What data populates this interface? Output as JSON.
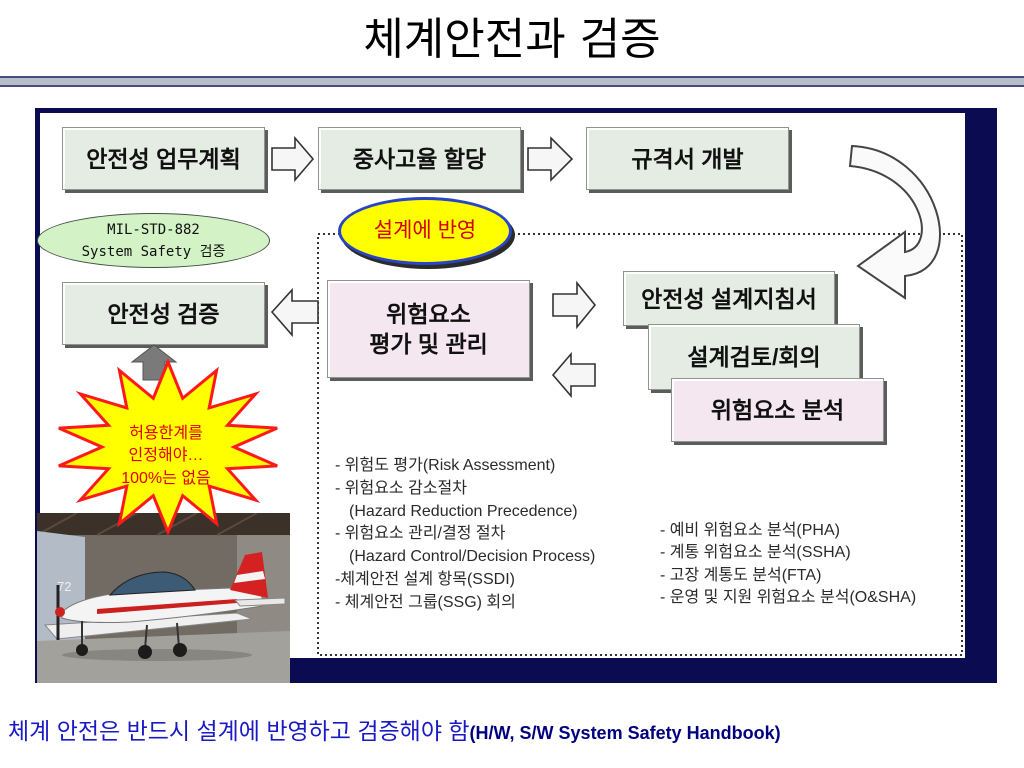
{
  "slide": {
    "title": "체계안전과 검증",
    "caption_main": "체계 안전은 반드시 설계에 반영하고 검증해야 함",
    "caption_source": "(H/W, S/W System Safety Handbook)"
  },
  "flow": {
    "top_row": [
      "안전성 업무계획",
      "중사고율 할당",
      "규격서 개발"
    ],
    "verification": "안전성 검증",
    "hazard_management": [
      "위험요소",
      "평가 및 관리"
    ],
    "design_stack": [
      "안전성 설계지침서",
      "설계검토/회의",
      "위험요소 분석"
    ]
  },
  "callouts": {
    "standard": [
      "MIL-STD-882",
      "System Safety 검증"
    ],
    "design_feedback": "설계에 반영",
    "starburst": [
      "허용한계를",
      "인정해야…",
      "100%는 없음"
    ]
  },
  "process_list": [
    "- 위험도 평가(Risk Assessment)",
    "- 위험요소 감소절차",
    "(Hazard Reduction Precedence)",
    "- 위험요소 관리/결정 절차",
    "(Hazard Control/Decision Process)",
    "-체계안전 설계 항목(SSDI)",
    "- 체계안전 그룹(SSG) 회의"
  ],
  "analysis_list": [
    "- 예비 위험요소 분석(PHA)",
    "- 계통 위험요소 분석(SSHA)",
    "- 고장 계통도 분석(FTA)",
    "- 운영 및 지원 위험요소 분석(O&SHA)"
  ],
  "photo": {
    "hangar_number": "72"
  },
  "icons": {
    "flow_arrows": "hollow-block-arrow-icon",
    "return_arrow": "curved-arrow-icon",
    "verify_arrow": "up-arrow-icon",
    "callout": "starburst-icon"
  },
  "colors": {
    "panel": "#0b0b52",
    "box-grey": "#e5ece4",
    "box-pink": "#f4e7f0",
    "mil-ellipse": "#d3f2c6",
    "feedback-ellipse": "#ffff00",
    "feedback-text": "#d40000",
    "star-fill": "#ffff00",
    "star-stroke": "#ff1a1a",
    "star-text": "#e00000",
    "caption-main": "#1a1ac4",
    "caption-source": "#000080"
  }
}
